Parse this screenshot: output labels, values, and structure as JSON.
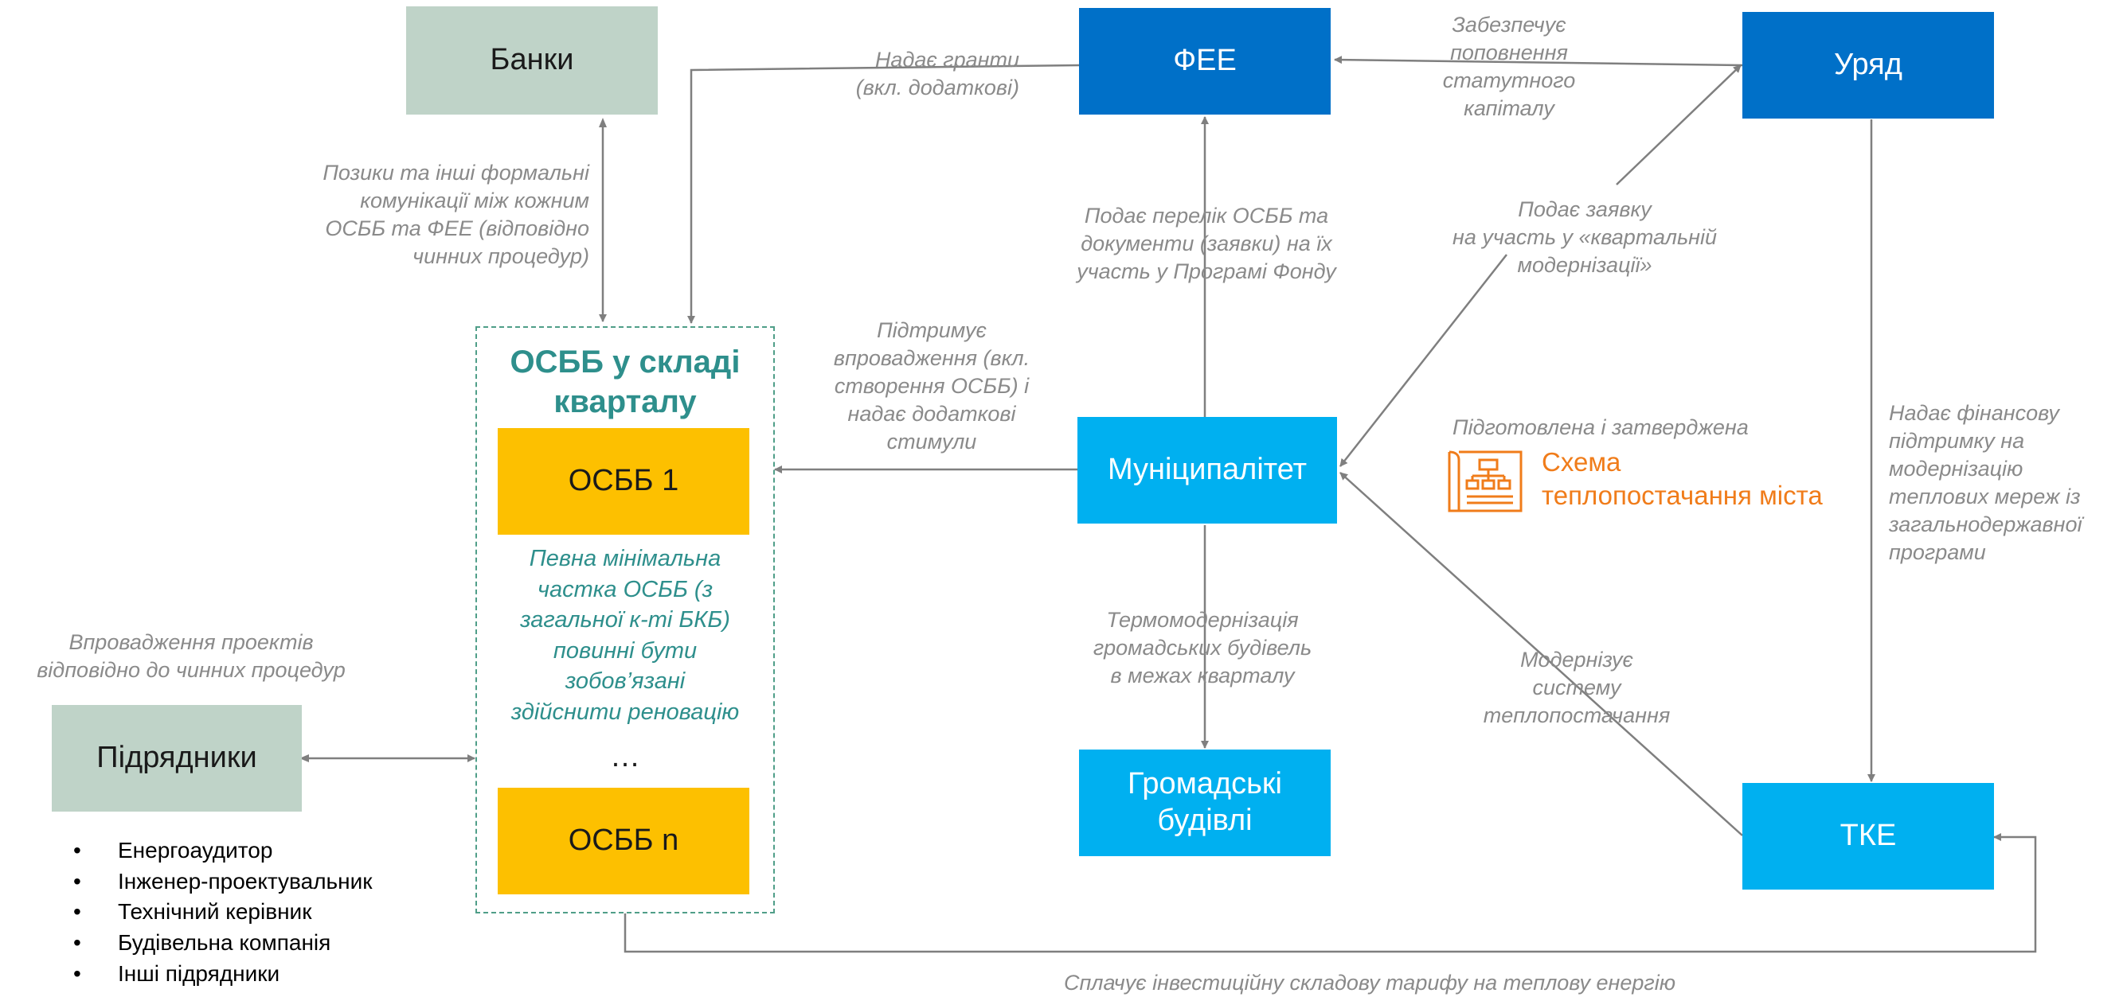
{
  "nodes": {
    "banks": "Банки",
    "fee": "ФЕЕ",
    "government": "Уряд",
    "municipality": "Муніципалітет",
    "public_buildings": "Громадські\nбудівлі",
    "tke": "ТКЕ",
    "contractors": "Підрядники",
    "osbb_1": "ОСББ 1",
    "osbb_n": "ОСББ n"
  },
  "osbb_group": {
    "title": "ОСББ у складі\nкварталу",
    "note": "Певна мінімальна\nчастка ОСББ (з\nзагальної к-ті БКБ)\nповинні бути\nзобов’язані\nздійснити реновацію",
    "ellipsis": "…"
  },
  "edge_labels": {
    "grants": "Надає гранти\n(вкл. додаткові)",
    "capital": "Забезпечує\nпоповнення\nстатутного\nкапіталу",
    "loans": "Позики та інші формальні\nкомунікації між кожним\nОСББ та ФЕЕ (відповідно\nчинних процедур)",
    "submits_list": "Подає перелік ОСББ та\nдокументи (заявки) на їх\nучасть у Програмі Фонду",
    "applies": "Подає заявку\nна участь у «квартальній\nмодернізації»",
    "supports": "Підтримує\nвпровадження (вкл.\nстворення ОСББ) і\nнадає додаткові\nстимули",
    "financial_support": "Надає фінансову\nпідтримку на\nмодернізацію\nтеплових мереж із\nзагальнодержавної\nпрограми",
    "thermo": "Термомодернізація\nгромадських будівель\nв межах кварталу",
    "modernizes": "Модернізує\nсистему\nтеплопостачання",
    "implementation": "Впровадження проектів\nвідповідно до чинних процедур",
    "pays": "Сплачує інвестиційну складову тарифу на теплову енергію",
    "prepared": "Підготовлена і затверджена"
  },
  "scheme_label": "Схема\nтеплопостачання міста",
  "scheme_icon": "blueprint-icon",
  "contractor_roles": [
    "Енергоаудитор",
    "Інженер-проектувальник",
    "Технічний керівник",
    "Будівельна компанія",
    "Інші підрядники"
  ],
  "colors": {
    "green_box": "#bfd3c8",
    "dark_blue_box": "#0070c8",
    "light_blue_box": "#00b0f0",
    "yellow_box": "#fdc000",
    "teal_text": "#2e8f8c",
    "orange_text": "#f07c1a",
    "label_grey": "#8a8a8a",
    "arrow_grey": "#7f7f7f"
  }
}
